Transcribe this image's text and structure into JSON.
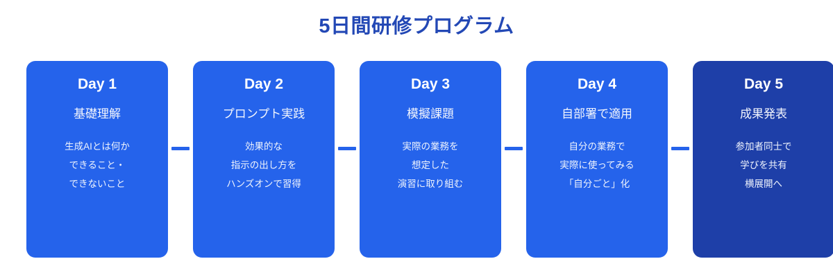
{
  "header": {
    "title": "5日間研修プログラム"
  },
  "colors": {
    "title": "#2348b5",
    "card": "#2563eb",
    "card_final": "#1e3fa8",
    "connector": "#2563eb",
    "card_text": "#ffffff",
    "background": "#ffffff"
  },
  "timeline": {
    "cards": [
      {
        "day": "Day 1",
        "subtitle": "基礎理解",
        "body": [
          "生成AIとは何か",
          "できること・",
          "できないこと"
        ]
      },
      {
        "day": "Day 2",
        "subtitle": "プロンプト実践",
        "body": [
          "効果的な",
          "指示の出し方を",
          "ハンズオンで習得"
        ]
      },
      {
        "day": "Day 3",
        "subtitle": "模擬課題",
        "body": [
          "実際の業務を",
          "想定した",
          "演習に取り組む"
        ]
      },
      {
        "day": "Day 4",
        "subtitle": "自部署で適用",
        "body": [
          "自分の業務で",
          "実際に使ってみる",
          "「自分ごと」化"
        ]
      },
      {
        "day": "Day 5",
        "subtitle": "成果発表",
        "body": [
          "参加者同士で",
          "学びを共有",
          "横展開へ"
        ]
      }
    ]
  }
}
